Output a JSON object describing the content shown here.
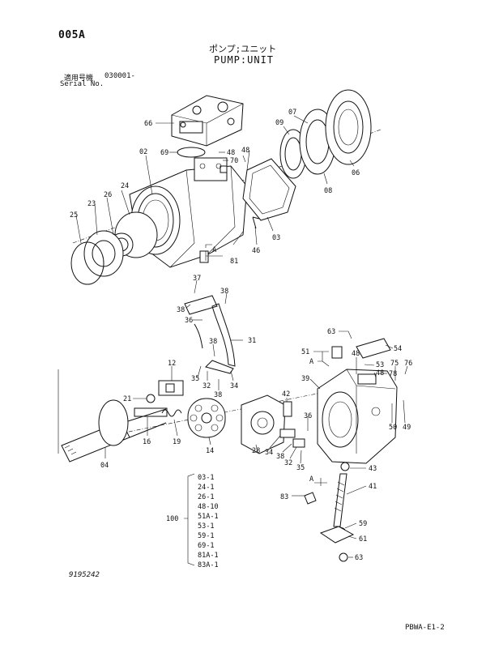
{
  "header": {
    "page_code": "005A",
    "title_jp": "ポンプ;ユニット",
    "title_en": "PUMP:UNIT",
    "serial_label_jp": "適用号機",
    "serial_value": "030001-",
    "serial_label_en": "Serial No."
  },
  "footer": {
    "drawing_number": "9195242",
    "catalog_code": "PBWA-E1-2"
  },
  "callouts": {
    "p66": "66",
    "p69": "69",
    "p48a": "48",
    "p70": "70",
    "p48b": "48",
    "p09": "09",
    "p07": "07",
    "p06": "06",
    "p08": "08",
    "p02": "02",
    "p03": "03",
    "p46": "46",
    "p24": "24",
    "p23": "23",
    "p26": "26",
    "p25": "25",
    "p81": "81",
    "pA1": "A",
    "p37": "37",
    "p38a": "38",
    "p38b": "38",
    "p36": "36",
    "p31": "31",
    "p38c": "38",
    "p35a": "35",
    "p12": "12",
    "p32a": "32",
    "p34a": "34",
    "p38d": "38",
    "p21": "21",
    "p16": "16",
    "p19": "19",
    "p14": "14",
    "p04": "04",
    "p42": "42",
    "p28": "28",
    "p34b": "34",
    "p38e": "38",
    "p32b": "32",
    "p35b": "35",
    "p36b": "36",
    "p63a": "63",
    "p54": "54",
    "p51": "51",
    "p51A": "A",
    "p48c": "48",
    "p53": "53",
    "p48d": "48",
    "p76": "76",
    "p75": "75",
    "p39": "39",
    "p78": "78",
    "p50": "50",
    "p49": "49",
    "p43": "43",
    "p41": "41",
    "pA2": "A",
    "p83": "83",
    "p59": "59",
    "p61": "61",
    "p63b": "63"
  },
  "kit": {
    "label": "100",
    "items": [
      "03-1",
      "24-1",
      "26-1",
      "48-10",
      "51A-1",
      "53-1",
      "59-1",
      "69-1",
      "81A-1",
      "83A-1"
    ]
  }
}
